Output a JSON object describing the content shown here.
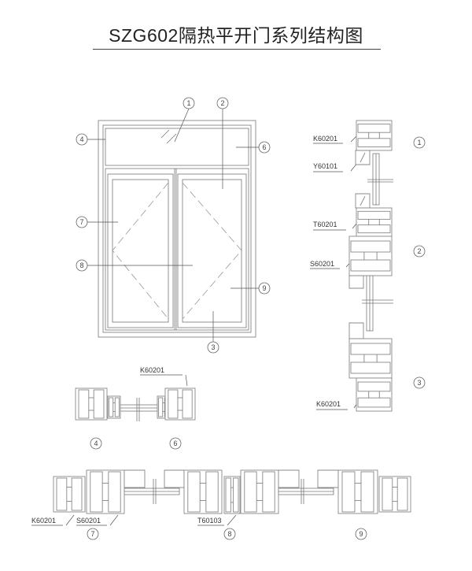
{
  "title": "SZG602隔热平开门系列结构图",
  "elevation_callouts": [
    "1",
    "2",
    "3",
    "4",
    "6",
    "7",
    "8",
    "9"
  ],
  "vertical_section": {
    "labels": [
      "K60201",
      "Y60101",
      "T60201",
      "S60201",
      "K60201"
    ],
    "callouts": [
      "1",
      "2",
      "3"
    ]
  },
  "horizontal_section_top": {
    "labels": [
      "K60201"
    ],
    "callouts": [
      "4",
      "6"
    ]
  },
  "horizontal_section_bottom": {
    "labels": [
      "K60201",
      "S60201",
      "T60103"
    ],
    "callouts": [
      "7",
      "8",
      "9"
    ]
  }
}
